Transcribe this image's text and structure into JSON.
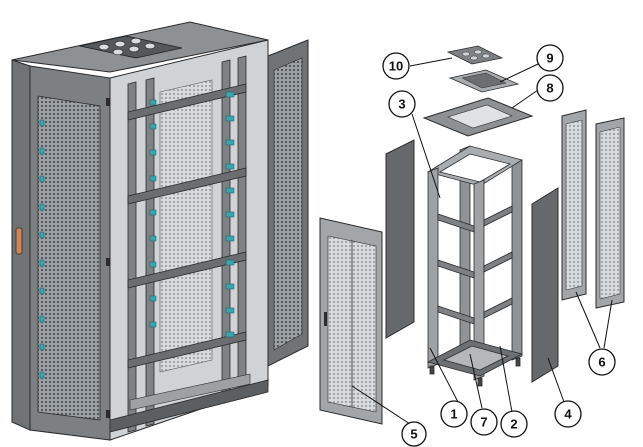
{
  "diagram": {
    "subject": "server-rack-cabinet",
    "assembled_view": "assembled-cabinet",
    "exploded_view": "exploded-cabinet"
  },
  "callouts": [
    {
      "id": "c1",
      "label": "1"
    },
    {
      "id": "c2",
      "label": "2"
    },
    {
      "id": "c3",
      "label": "3"
    },
    {
      "id": "c4",
      "label": "4"
    },
    {
      "id": "c5",
      "label": "5"
    },
    {
      "id": "c6",
      "label": "6"
    },
    {
      "id": "c7",
      "label": "7"
    },
    {
      "id": "c8",
      "label": "8"
    },
    {
      "id": "c9",
      "label": "9"
    },
    {
      "id": "c10",
      "label": "10"
    }
  ],
  "colors": {
    "metal_dark": "#5e6264",
    "metal_mid": "#8a8e90",
    "metal_light": "#b9bdbf",
    "frame": "#9ea2a4",
    "accent_cable": "#3aa6b0",
    "handle": "#c9865a",
    "outline": "#2b2b2b"
  }
}
